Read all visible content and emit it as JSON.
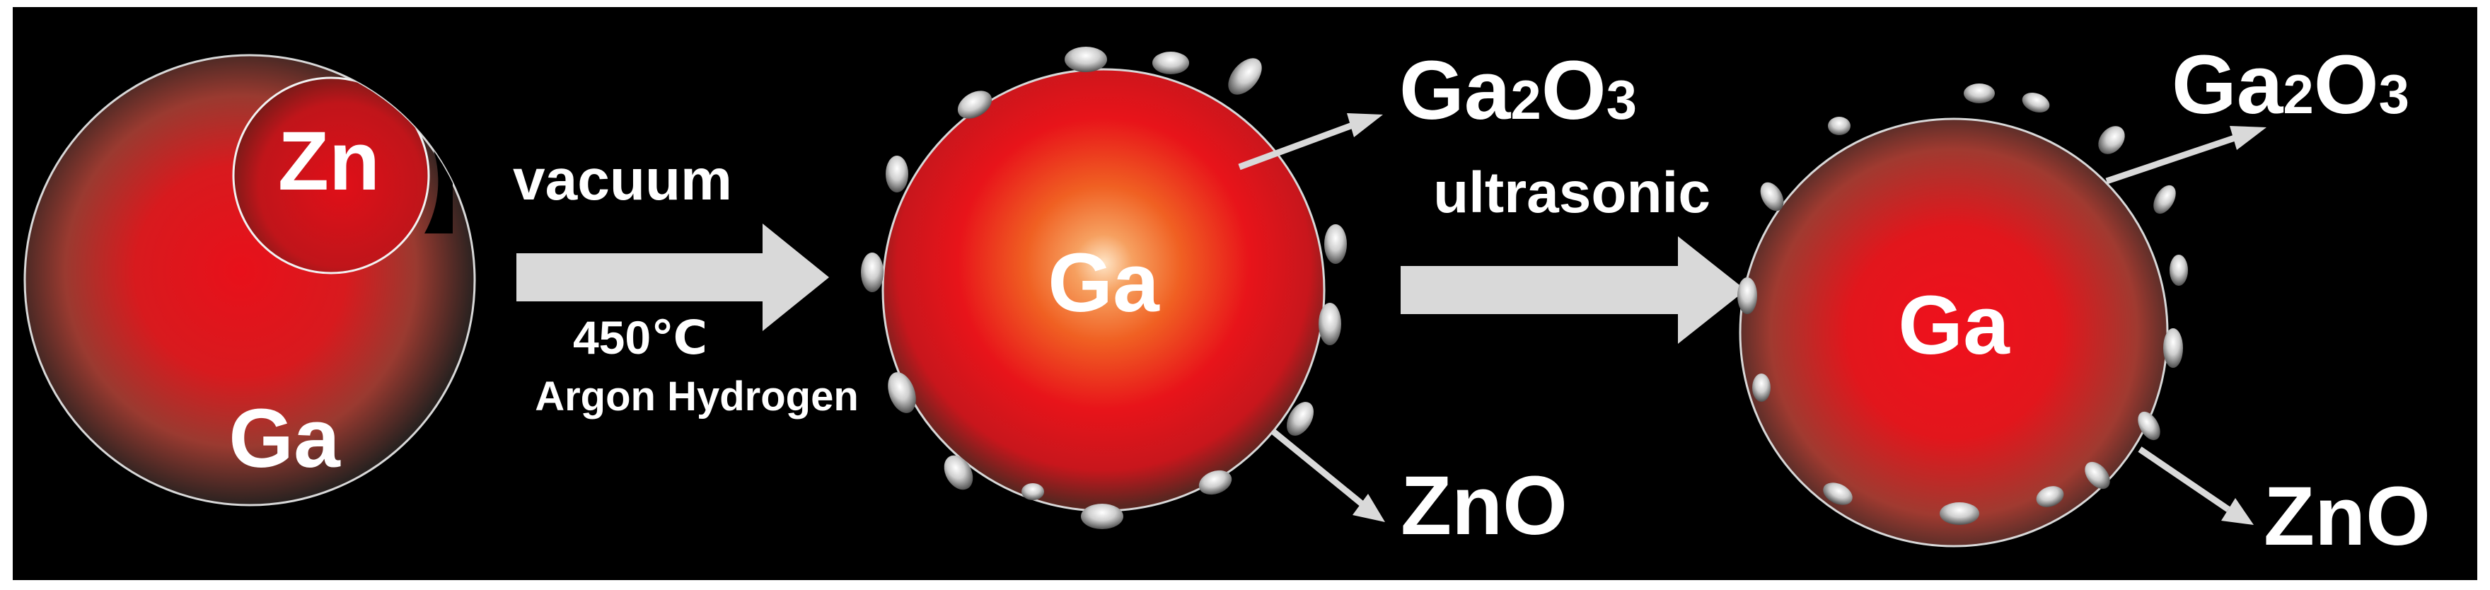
{
  "panel1": {
    "core_label": "Ga",
    "inclusion_label": "Zn"
  },
  "step1": {
    "top_label": "vacuum",
    "temperature_label": "450℃",
    "atmosphere_label": "Argon Hydrogen"
  },
  "panel2": {
    "core_label": "Ga",
    "oxide_label": {
      "base": "Ga",
      "sub1": "2",
      "mid": "O",
      "sub2": "3"
    },
    "zno_label": "ZnO"
  },
  "step2": {
    "top_label": "ultrasonic"
  },
  "panel3": {
    "core_label": "Ga",
    "oxide_label": {
      "base": "Ga",
      "sub1": "2",
      "mid": "O",
      "sub2": "3"
    },
    "zno_label": "ZnO"
  },
  "colors": {
    "background": "#000000",
    "core_red": "#e8101a",
    "core_dark": "#3a2a28",
    "arrow": "#d9d9d9",
    "text": "#ffffff"
  }
}
